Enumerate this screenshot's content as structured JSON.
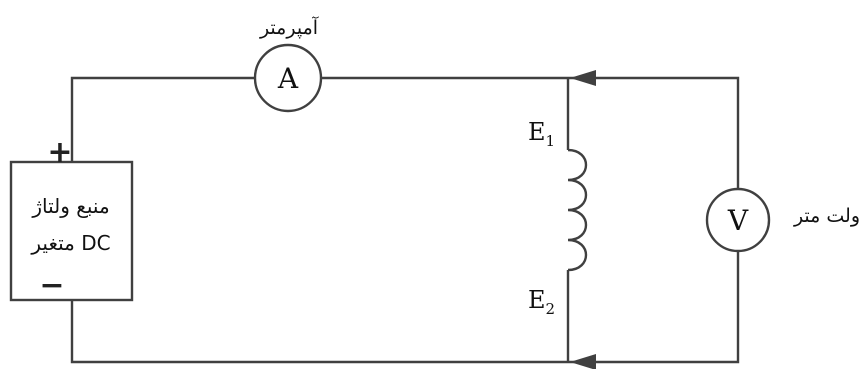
{
  "ammeter": {
    "label": "آمپرمتر",
    "symbol": "A"
  },
  "voltmeter": {
    "label": "ولت متر",
    "symbol": "V"
  },
  "source": {
    "line1": "منبع ولتاژ",
    "line2": "DC متغیر",
    "plus": "+",
    "minus": "−"
  },
  "coil": {
    "top_terminal": {
      "letter": "E",
      "sub": "1"
    },
    "bottom_terminal": {
      "letter": "E",
      "sub": "2"
    }
  },
  "colors": {
    "wire": "#404040",
    "text": "#111111"
  }
}
